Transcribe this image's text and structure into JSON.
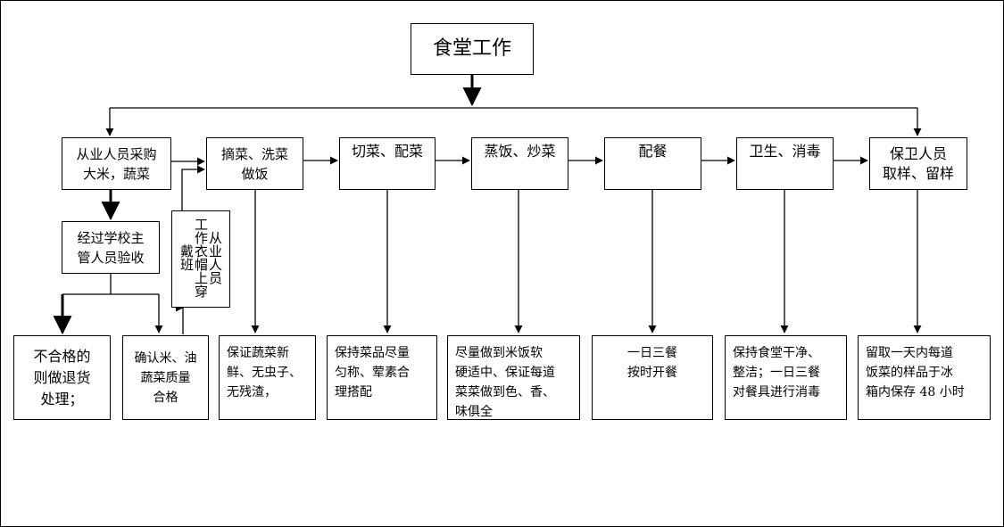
{
  "title": "食堂工作",
  "stages": {
    "purchase": {
      "line1": "从业人员采购",
      "line2": "大米，蔬菜"
    },
    "wash": {
      "line1": "摘菜、洗菜",
      "line2": "做饭"
    },
    "cut": {
      "label": "切菜、配菜"
    },
    "cook": {
      "label": "蒸饭、炒菜"
    },
    "serve": {
      "label": "配餐"
    },
    "clean": {
      "label": "卫生、消毒"
    },
    "sample": {
      "line1": "保卫人员",
      "line2": "取样、留样"
    }
  },
  "inspect": {
    "line1": "经过学校主",
    "line2": "管人员验收"
  },
  "workwear": {
    "col1": "从业人员",
    "col2": "工作衣帽上穿戴班"
  },
  "outcomes": {
    "reject": {
      "line1": "不合格的",
      "line2": "则做退货",
      "line3": "处理；"
    },
    "accept": {
      "line1": "确认米、油",
      "line2": "蔬菜质量",
      "line3": "合格"
    },
    "wash_note": {
      "line1": "保证蔬菜新",
      "line2": "鲜、无虫子、",
      "line3": "无残渣，"
    },
    "cut_note": {
      "line1": "保持菜品尽量",
      "line2": "匀称、荤素合",
      "line3": "理搭配"
    },
    "cook_note": {
      "line1": "尽量做到米饭软",
      "line2": "硬适中、保证每道",
      "line3": "菜菜做到色、香、",
      "line4": "味俱全"
    },
    "serve_note": {
      "line1": "一日三餐",
      "line2": "按时开餐"
    },
    "clean_note": {
      "line1": "保持食堂干净、",
      "line2": "整洁；一日三餐",
      "line3": "对餐具进行消毒"
    },
    "sample_note": {
      "line1": "留取一天内每道",
      "line2": "饭菜的样品于冰",
      "line3": "箱内保存 48 小时"
    }
  }
}
